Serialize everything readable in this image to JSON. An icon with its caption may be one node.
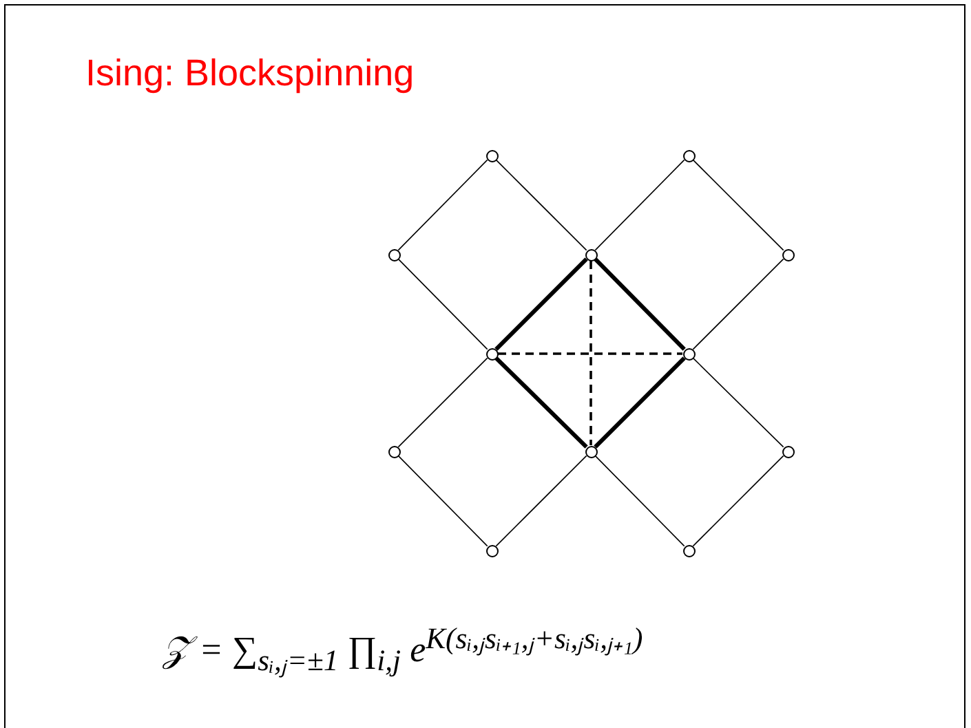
{
  "diagram": {
    "title": "Ising: Blockspinning",
    "nodes": [
      {
        "text": [],
        "shape": "circle"
      },
      {
        "text": [],
        "shape": "circle"
      },
      {
        "text": [],
        "shape": "circle"
      },
      {
        "text": [],
        "shape": "circle"
      },
      {
        "text": [],
        "shape": "circle"
      },
      {
        "text": [],
        "shape": "circle"
      },
      {
        "text": [],
        "shape": "circle"
      },
      {
        "text": [],
        "shape": "circle"
      },
      {
        "text": [],
        "shape": "circle"
      },
      {
        "text": [],
        "shape": "circle"
      },
      {
        "text": [],
        "shape": "circle"
      },
      {
        "text": [],
        "shape": "circle"
      }
    ],
    "edges": [
      {
        "from": 0,
        "to": 2,
        "arrow": "none"
      },
      {
        "from": 0,
        "to": 3,
        "arrow": "none"
      },
      {
        "from": 1,
        "to": 3,
        "arrow": "none"
      },
      {
        "from": 1,
        "to": 4,
        "arrow": "none"
      },
      {
        "from": 2,
        "to": 5,
        "arrow": "none"
      },
      {
        "from": 3,
        "to": 5,
        "arrow": "none",
        "style": "thick"
      },
      {
        "from": 3,
        "to": 6,
        "arrow": "none",
        "style": "thick"
      },
      {
        "from": 4,
        "to": 6,
        "arrow": "none"
      },
      {
        "from": 3,
        "to": 8,
        "arrow": "none",
        "style": "dashed"
      },
      {
        "from": 5,
        "to": 6,
        "arrow": "none",
        "style": "dashed"
      },
      {
        "from": 5,
        "to": 7,
        "arrow": "none"
      },
      {
        "from": 5,
        "to": 8,
        "arrow": "none",
        "style": "thick"
      },
      {
        "from": 6,
        "to": 8,
        "arrow": "none",
        "style": "thick"
      },
      {
        "from": 6,
        "to": 9,
        "arrow": "none"
      },
      {
        "from": 7,
        "to": 10,
        "arrow": "none"
      },
      {
        "from": 8,
        "to": 10,
        "arrow": "none"
      },
      {
        "from": 8,
        "to": 11,
        "arrow": "none"
      },
      {
        "from": 9,
        "to": 11,
        "arrow": "none"
      }
    ],
    "labels": [
      "𝒵 = ∑$_{sᵢ,ⱼ=±1}$ ∏$_{i,j}$ e$^{K(sᵢ,ⱼsᵢ₊₁,ⱼ+sᵢ,ⱼsᵢ,ⱼ₊₁)}$"
    ]
  }
}
